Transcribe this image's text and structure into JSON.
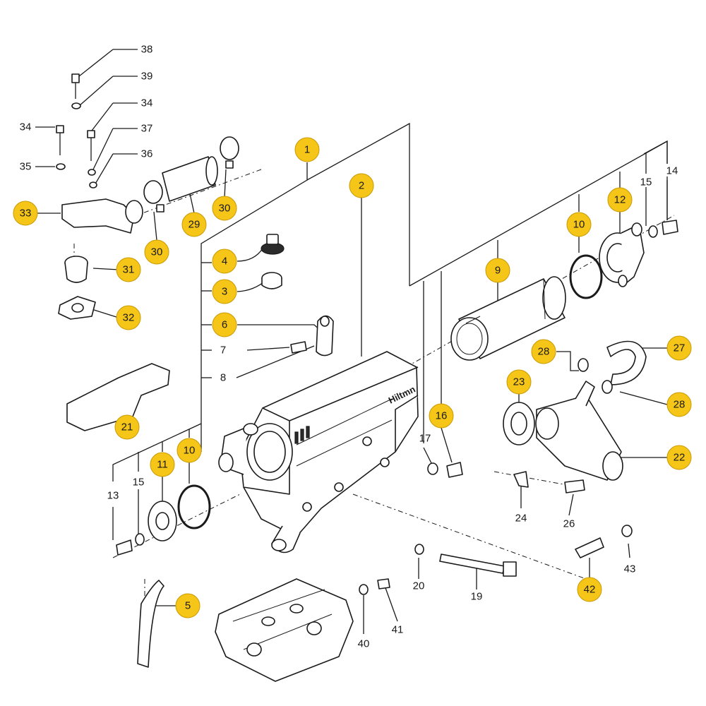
{
  "brand_mark": "Hiltmn",
  "labels": {
    "b1": "1",
    "b2": "2",
    "b3": "3",
    "b4": "4",
    "b5": "5",
    "b6": "6",
    "b9": "9",
    "b10a": "10",
    "b10b": "10",
    "b11": "11",
    "b12": "12",
    "b16": "16",
    "b21": "21",
    "b22": "22",
    "b23": "23",
    "b27": "27",
    "b28a": "28",
    "b28b": "28",
    "b29": "29",
    "b30a": "30",
    "b30b": "30",
    "b31": "31",
    "b32": "32",
    "b33": "33",
    "b42": "42",
    "p7": "7",
    "p8": "8",
    "p13": "13",
    "p14": "14",
    "p15a": "15",
    "p15b": "15",
    "p17": "17",
    "p19": "19",
    "p20": "20",
    "p24": "24",
    "p26": "26",
    "p34a": "34",
    "p34b": "34",
    "p35": "35",
    "p36": "36",
    "p37": "37",
    "p38": "38",
    "p39": "39",
    "p40": "40",
    "p41": "41",
    "p43": "43"
  },
  "colors": {
    "callout_fill": "#f5c518",
    "line": "#1a1a1a",
    "background": "#ffffff"
  }
}
